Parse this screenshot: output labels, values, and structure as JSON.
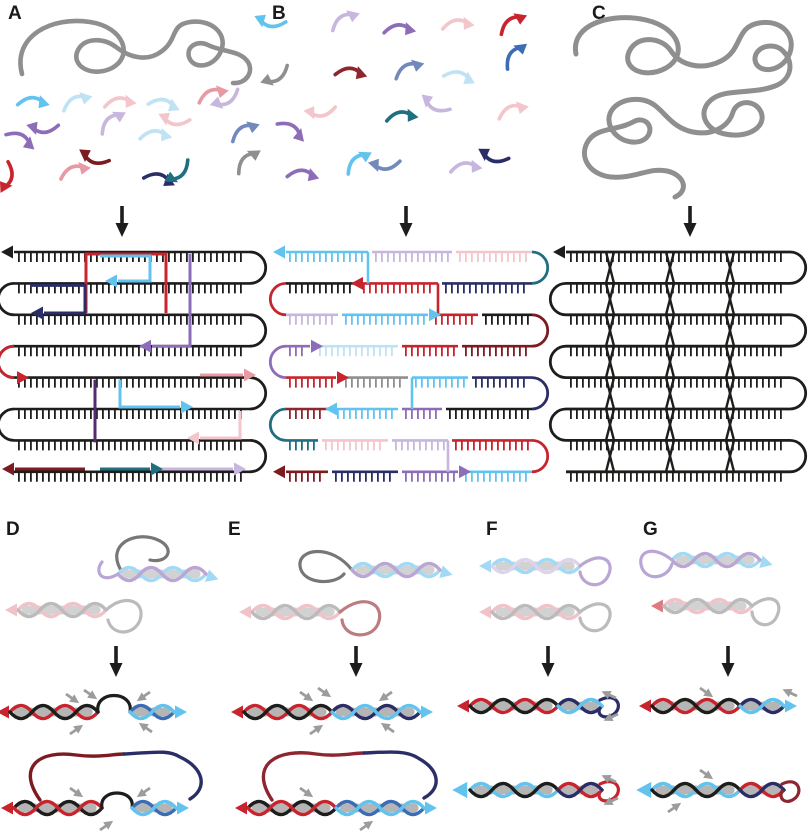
{
  "figure": {
    "background": "#ffffff"
  },
  "panels": {
    "A": {
      "label": "A"
    },
    "B": {
      "label": "B"
    },
    "C": {
      "label": "C"
    },
    "D": {
      "label": "D"
    },
    "E": {
      "label": "E"
    },
    "F": {
      "label": "F"
    },
    "G": {
      "label": "G"
    }
  },
  "palette": {
    "black": "#1d1d1b",
    "gray": "#8f8f8f",
    "lightgray": "#b5b5b5",
    "red": "#c8242e",
    "darkred": "#7c1b20",
    "maroon": "#8e2630",
    "pink": "#e89aa4",
    "palepink": "#f3c6cc",
    "cyan": "#62c3ee",
    "paleblue": "#bfe2f4",
    "blue": "#3a6db4",
    "navy": "#2b2e66",
    "purple": "#8d6cb8",
    "lavender": "#c7b6de",
    "darkpurple": "#532b6e",
    "teal": "#1f6f80",
    "steel": "#7388bb",
    "arrowgray": "#9c9c9c"
  }
}
